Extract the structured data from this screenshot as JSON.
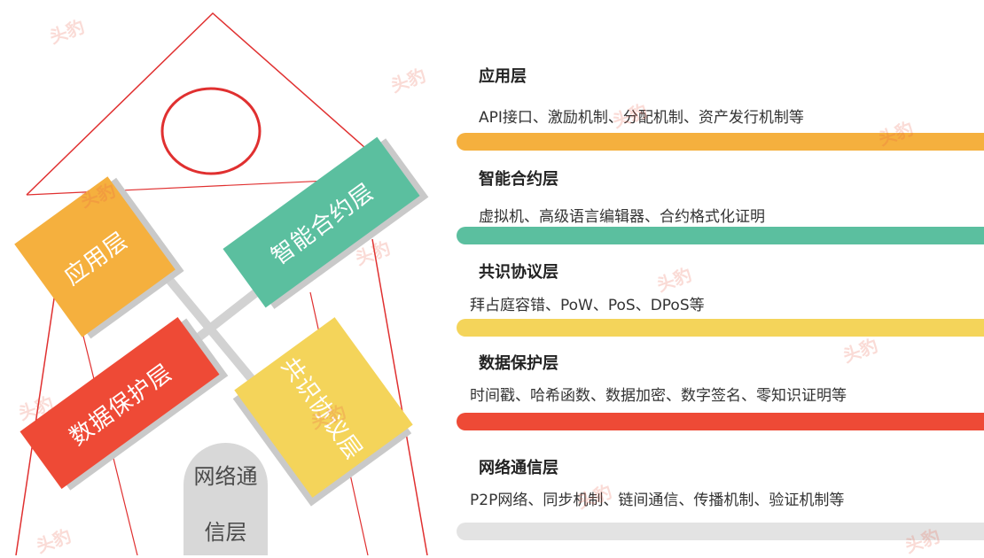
{
  "diagram": {
    "top_circle_color": "#e03030",
    "outline_color": "#e03030",
    "boxes": {
      "app": {
        "label": "应用层",
        "color": "#f5b03e"
      },
      "smart": {
        "label": "智能合约层",
        "color": "#5bbf9f"
      },
      "data": {
        "label": "数据保护层",
        "color": "#ee4a36"
      },
      "consensus": {
        "label": "共识协议层",
        "color": "#f4d45a"
      },
      "network": {
        "label_line1": "网络通",
        "label_line2": "信层",
        "color": "#d8d8d8"
      }
    }
  },
  "layers": [
    {
      "title": "应用层",
      "desc": "API接口、激励机制、分配机制、资产发行机制等",
      "color": "#f5b03e"
    },
    {
      "title": "智能合约层",
      "desc": "虚拟机、高级语言编辑器、合约格式化证明",
      "color": "#5bbf9f"
    },
    {
      "title": "共识协议层",
      "desc": "拜占庭容错、PoW、PoS、DPoS等",
      "color": "#f4d45a"
    },
    {
      "title": "数据保护层",
      "desc": "时间戳、哈希函数、数据加密、数字签名、零知识证明等",
      "color": "#ee4a36"
    },
    {
      "title": "网络通信层",
      "desc": "P2P网络、同步机制、链间通信、传播机制、验证机制等",
      "color": "#e3e3e3"
    }
  ],
  "watermark": "头豹"
}
